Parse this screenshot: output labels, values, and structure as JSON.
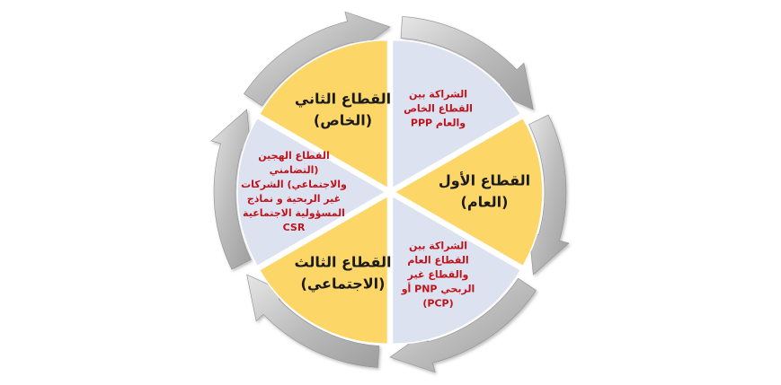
{
  "diagram": {
    "segments": [
      {
        "id": "ppp",
        "kind": "partnership",
        "lines": [
          "الشراكة بين",
          "القطاع الخاص",
          "والعام PPP"
        ]
      },
      {
        "id": "public",
        "kind": "sector",
        "lines": [
          "القطاع الأول",
          "(العام)"
        ]
      },
      {
        "id": "pnp",
        "kind": "partnership",
        "lines": [
          "الشراكة بين",
          "القطاع العام",
          "والقطاع غير",
          "الربحي PNP أو",
          "(PCP)"
        ]
      },
      {
        "id": "social",
        "kind": "sector",
        "lines": [
          "القطاع الثالث",
          "(الاجتماعي)"
        ]
      },
      {
        "id": "hybrid",
        "kind": "partnership",
        "lines": [
          "القطاع الهجين",
          "(التضامني",
          "والاجتماعي) الشركات",
          "غير الربحية و نماذج",
          "المسؤولية الاجتماعية",
          "CSR"
        ]
      },
      {
        "id": "private",
        "kind": "sector",
        "lines": [
          "القطاع الثاني",
          "(الخاص)"
        ]
      }
    ],
    "colors": {
      "sector_fill": "#fcd768",
      "partnership_fill": "#dde2f0",
      "arrow_ring": "#b9b9b9",
      "title_text": "#1a1a1a",
      "body_text": "#c0121a"
    }
  }
}
